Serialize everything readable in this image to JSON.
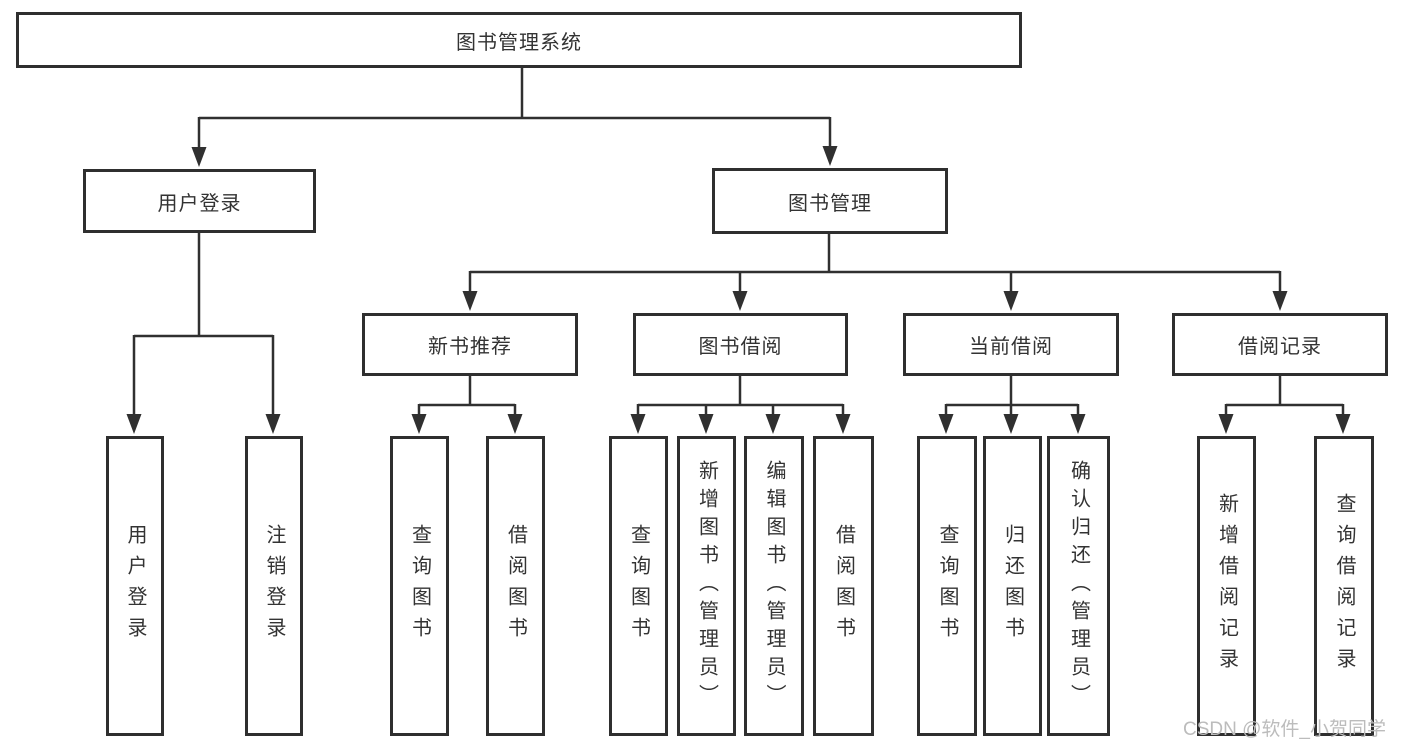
{
  "nodes": {
    "root": "图书管理系统",
    "user_login": "用户登录",
    "book_mgmt": "图书管理",
    "new_book_rec": "新书推荐",
    "book_borrow": "图书借阅",
    "current_borrow": "当前借阅",
    "borrow_record": "借阅记录",
    "leaf_user_login": "用户登录",
    "leaf_logout": "注销登录",
    "leaf_query_book_1": "查询图书",
    "leaf_borrow_book_1": "借阅图书",
    "leaf_query_book_2": "查询图书",
    "leaf_add_book_admin": "新增图书（管理员）",
    "leaf_edit_book_admin": "编辑图书（管理员）",
    "leaf_borrow_book_2": "借阅图书",
    "leaf_query_book_3": "查询图书",
    "leaf_return_book": "归还图书",
    "leaf_confirm_return_admin": "确认归还（管理员）",
    "leaf_add_record": "新增借阅记录",
    "leaf_query_record": "查询借阅记录"
  },
  "tree": {
    "图书管理系统": {
      "用户登录": [
        "用户登录",
        "注销登录"
      ],
      "图书管理": {
        "新书推荐": [
          "查询图书",
          "借阅图书"
        ],
        "图书借阅": [
          "查询图书",
          "新增图书（管理员）",
          "编辑图书（管理员）",
          "借阅图书"
        ],
        "当前借阅": [
          "查询图书",
          "归还图书",
          "确认归还（管理员）"
        ],
        "借阅记录": [
          "新增借阅记录",
          "查询借阅记录"
        ]
      }
    }
  },
  "watermark": "CSDN @软件_小贺同学",
  "colors": {
    "line": "#303030",
    "box_border": "#2f2f2f",
    "text": "#333333",
    "watermark": "#bcbcbc",
    "background": "#ffffff"
  }
}
